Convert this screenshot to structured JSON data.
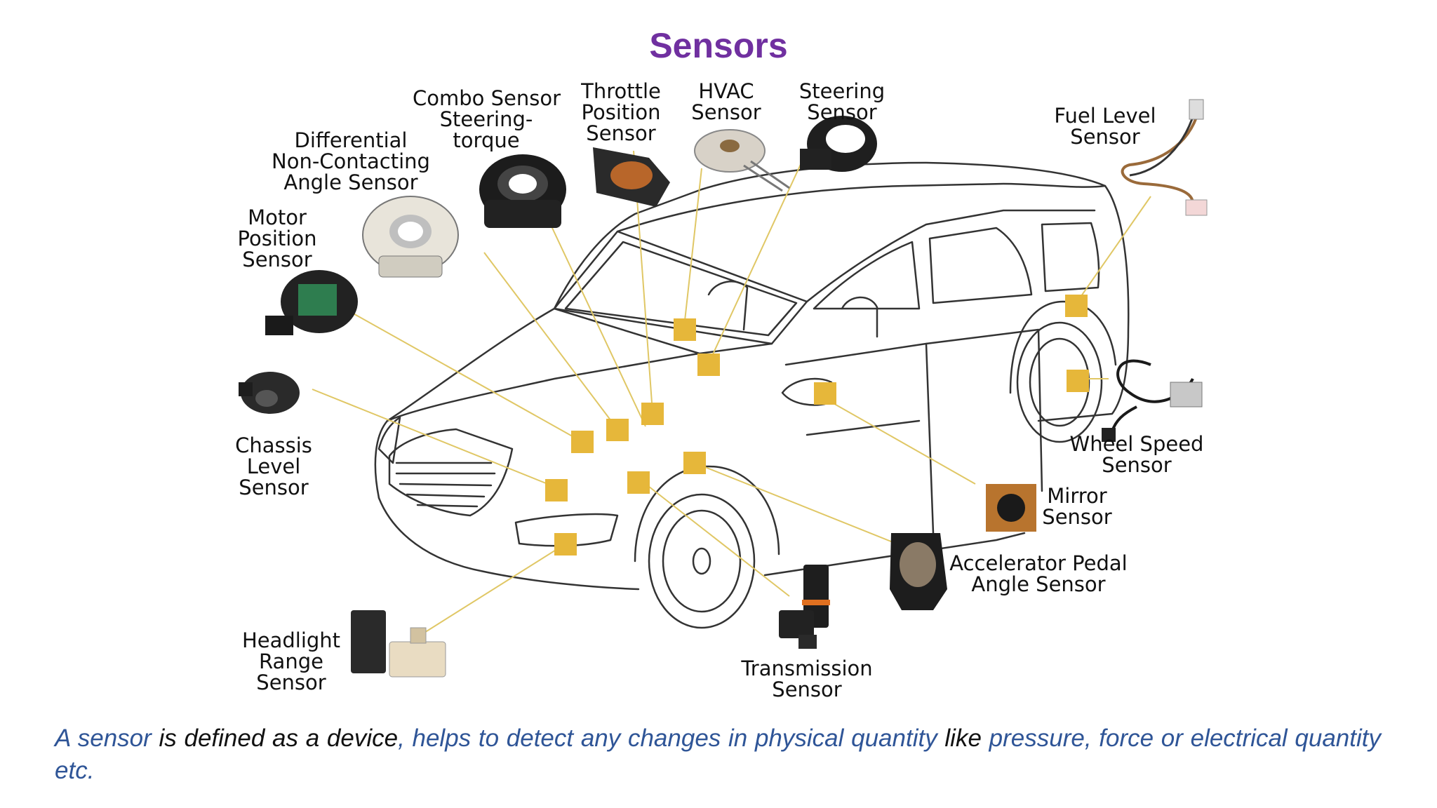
{
  "title": "Sensors",
  "colors": {
    "title": "#7030a0",
    "marker": "#e6b73a",
    "caption_blue": "#2f5597",
    "caption_dark": "#111111"
  },
  "sensors": [
    {
      "id": "combo",
      "lines": [
        "Combo Sensor",
        "Steering-",
        "torque"
      ]
    },
    {
      "id": "throttle",
      "lines": [
        "Throttle",
        "Position",
        "Sensor"
      ]
    },
    {
      "id": "hvac",
      "lines": [
        "HVAC",
        "Sensor"
      ]
    },
    {
      "id": "steering",
      "lines": [
        "Steering",
        "Sensor"
      ]
    },
    {
      "id": "fuel-level",
      "lines": [
        "Fuel Level",
        "Sensor"
      ]
    },
    {
      "id": "differential",
      "lines": [
        "Differential",
        "Non-Contacting",
        "Angle Sensor"
      ]
    },
    {
      "id": "motor-position",
      "lines": [
        "Motor",
        "Position",
        "Sensor"
      ]
    },
    {
      "id": "chassis-level",
      "lines": [
        "Chassis",
        "Level",
        "Sensor"
      ]
    },
    {
      "id": "wheel-speed",
      "lines": [
        "Wheel Speed",
        "Sensor"
      ]
    },
    {
      "id": "mirror",
      "lines": [
        "Mirror",
        "Sensor"
      ]
    },
    {
      "id": "accelerator-pedal",
      "lines": [
        "Accelerator Pedal",
        "Angle Sensor"
      ]
    },
    {
      "id": "headlight-range",
      "lines": [
        "Headlight",
        "Range",
        "Sensor"
      ]
    },
    {
      "id": "transmission",
      "lines": [
        "Transmission",
        "Sensor"
      ]
    }
  ],
  "caption": {
    "p1": "A sensor",
    "p2": " is defined as a device",
    "p3": ", helps to detect any changes in physical quantity ",
    "p4": "like",
    "p5": " pressure, force or electrical quantity etc."
  }
}
